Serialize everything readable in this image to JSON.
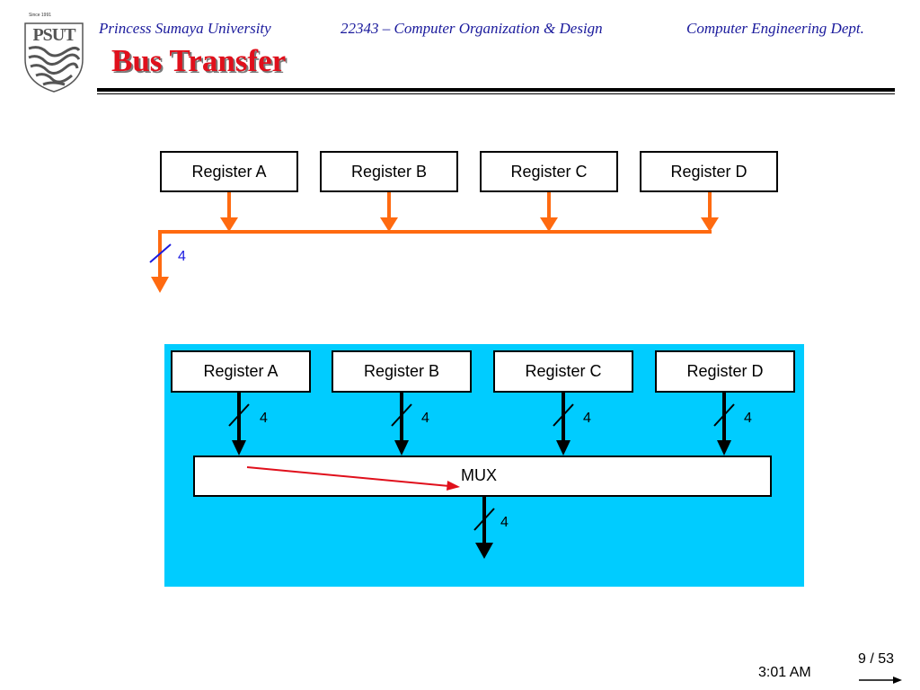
{
  "header": {
    "university": "Princess Sumaya University",
    "course": "22343 – Computer Organization & Design",
    "department": "Computer Engineering Dept."
  },
  "logo": {
    "since": "Since 1991",
    "text": "PSUT"
  },
  "slide": {
    "title": "Bus Transfer"
  },
  "bus_diagram": {
    "registers": [
      "Register A",
      "Register B",
      "Register C",
      "Register D"
    ],
    "width_label": "4"
  },
  "mux_diagram": {
    "registers": [
      "Register A",
      "Register B",
      "Register C",
      "Register D"
    ],
    "input_width_labels": [
      "4",
      "4",
      "4",
      "4"
    ],
    "mux_label": "MUX",
    "output_width_label": "4"
  },
  "footer": {
    "page": "9 / 53",
    "time": "3:01 AM"
  },
  "colors": {
    "header_text": "#1a1a9c",
    "title": "#e0101c",
    "bus": "#ff6a10",
    "panel": "#00ccff",
    "width_mark": "#1a1ae0",
    "select_arrow": "#e0101c"
  }
}
